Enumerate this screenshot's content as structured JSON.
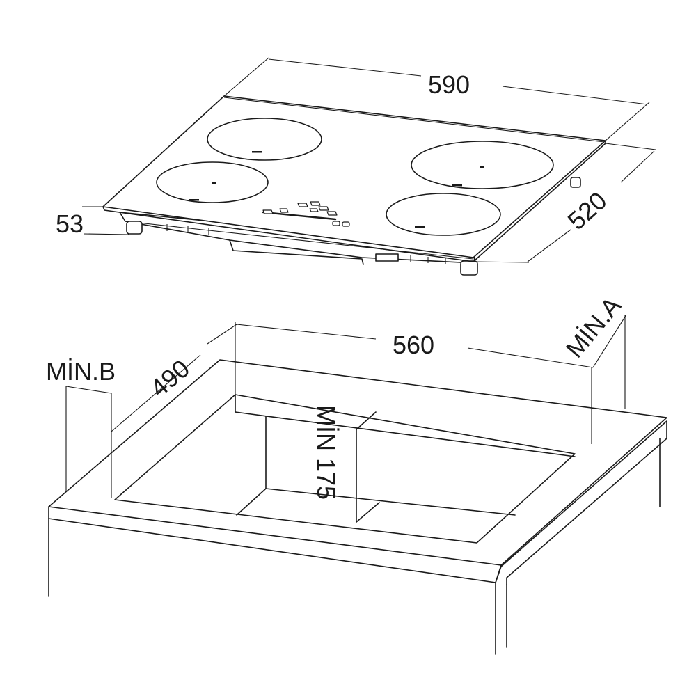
{
  "hob_dimensions": {
    "width": "590",
    "depth": "520",
    "height": "53"
  },
  "cutout_dimensions": {
    "width": "560",
    "depth": "490",
    "min_depth_below": "MİN 175"
  },
  "clearances": {
    "min_a": "MİN.A",
    "min_b": "MİN.B"
  }
}
